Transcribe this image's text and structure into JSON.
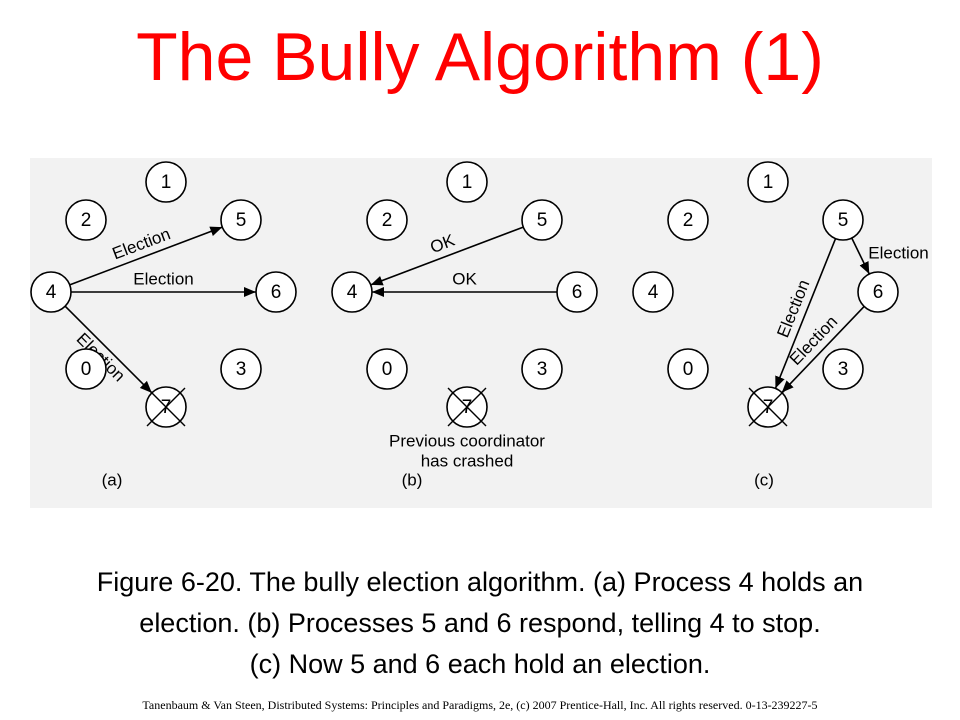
{
  "slide": {
    "title": "The Bully Algorithm (1)",
    "caption": {
      "line1": "Figure 6-20. The bully election algorithm. (a) Process 4 holds an",
      "line2": "election. (b) Processes 5 and 6 respond, telling 4 to stop.",
      "line3": "(c) Now 5 and 6 each hold an election."
    },
    "footer": "Tanenbaum & Van Steen, Distributed Systems: Principles and Paradigms, 2e, (c) 2007 Prentice-Hall, Inc. All rights reserved. 0-13-239227-5"
  },
  "colors": {
    "title": "#ff0000",
    "panel_background": "#f2f2f2",
    "ink": "#000000"
  },
  "diagram": {
    "process_ids": [
      "0",
      "1",
      "2",
      "3",
      "4",
      "5",
      "6",
      "7"
    ],
    "crashed_process": "7",
    "crashed_marker": "cross-icon",
    "panels": [
      {
        "id": "a",
        "label": "(a)",
        "messages": [
          {
            "from": "4",
            "to": "5",
            "label": "Election"
          },
          {
            "from": "4",
            "to": "6",
            "label": "Election"
          },
          {
            "from": "4",
            "to": "7",
            "label": "Election"
          }
        ]
      },
      {
        "id": "b",
        "label": "(b)",
        "note": [
          "Previous coordinator",
          "has crashed"
        ],
        "messages": [
          {
            "from": "5",
            "to": "4",
            "label": "OK"
          },
          {
            "from": "6",
            "to": "4",
            "label": "OK"
          }
        ]
      },
      {
        "id": "c",
        "label": "(c)",
        "messages": [
          {
            "from": "5",
            "to": "6",
            "label": "Election"
          },
          {
            "from": "5",
            "to": "7",
            "label": "Election"
          },
          {
            "from": "6",
            "to": "7",
            "label": "Election"
          }
        ]
      }
    ]
  }
}
